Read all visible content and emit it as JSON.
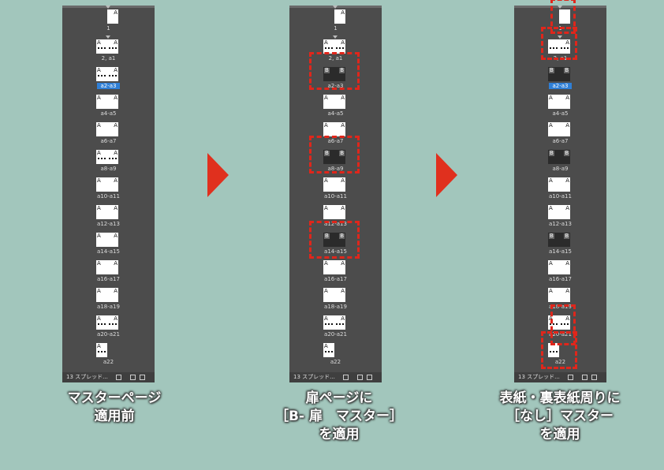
{
  "spread_count_text": "13 スプレッド...",
  "labels": [
    "1",
    "2, a1",
    "a2-a3",
    "a4-a5",
    "a6-a7",
    "a8-a9",
    "a10-a11",
    "a12-a13",
    "a14-a15",
    "a16-a17",
    "a18-a19",
    "a20-a21",
    "a22"
  ],
  "panels": [
    {
      "name": "before",
      "selected": "a2-a3"
    },
    {
      "name": "door",
      "selected": ""
    },
    {
      "name": "none",
      "selected": "a2-a3"
    }
  ],
  "master_marks": {
    "A": "A",
    "B": "B"
  },
  "captions": {
    "left": [
      "マスターページ",
      "適用前"
    ],
    "middle": [
      "扉ページに",
      "［B- 扉　マスター］",
      "を適用"
    ],
    "right": [
      "表紙・裏表紙周りに",
      "［なし］マスター",
      "を適用"
    ]
  },
  "colors": {
    "background": "#a2c6bc",
    "panel": "#4c4c4c",
    "highlight": "#e0261b",
    "arrow": "#e0301e",
    "selection": "#2f7fd6"
  }
}
